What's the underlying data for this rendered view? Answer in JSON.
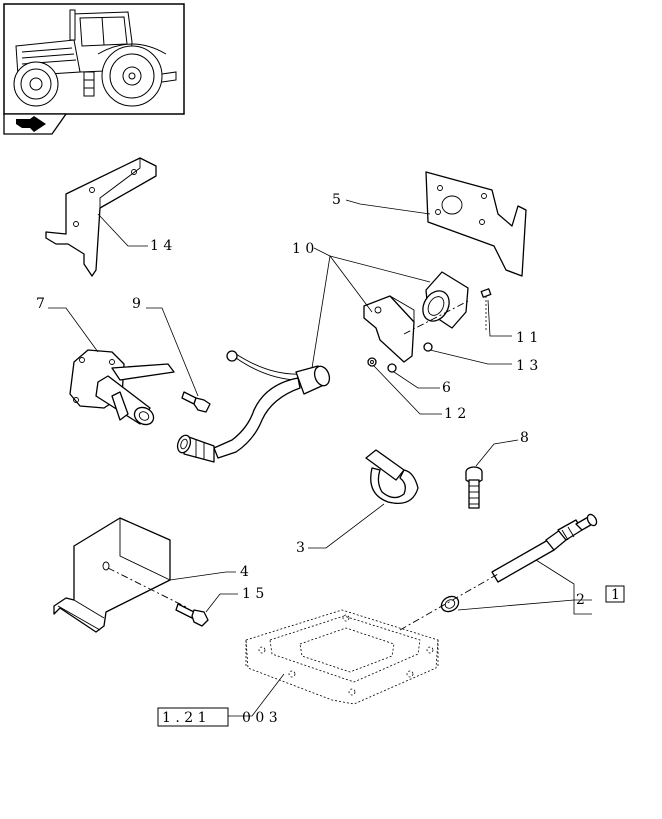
{
  "labels": {
    "p1": "1",
    "p2": "2",
    "p3": "3",
    "p4": "4",
    "p5": "5",
    "p6": "6",
    "p7": "7",
    "p8": "8",
    "p9": "9",
    "p10": "1 0",
    "p11": "1 1",
    "p12": "1 2",
    "p13": "1 3",
    "p14": "1 4",
    "p15": "1 5"
  },
  "reference": {
    "boxed": "1 . 2 1",
    "suffix": "0   0 3"
  },
  "icons": {
    "thumbnail": "tractor-icon",
    "nav": "arrow-hand-icon"
  }
}
